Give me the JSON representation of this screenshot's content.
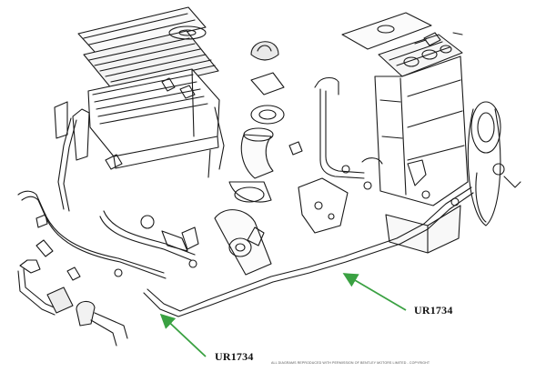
{
  "callouts": {
    "right_label": "UR1734",
    "left_label": "UR1734"
  },
  "copyright": "ALL DIAGRAMS REPRODUCED WITH PERMISSION OF BENTLEY MOTORS LIMITED - COPYRIGHT",
  "colors": {
    "line_art": "#1a1a1a",
    "arrow": "#3aa142",
    "background": "#ffffff"
  },
  "icons": [
    "heater-unit-icon",
    "engine-block-icon",
    "pipe-run-icon",
    "fan-pulley-icon",
    "pointer-arrow-icon"
  ]
}
